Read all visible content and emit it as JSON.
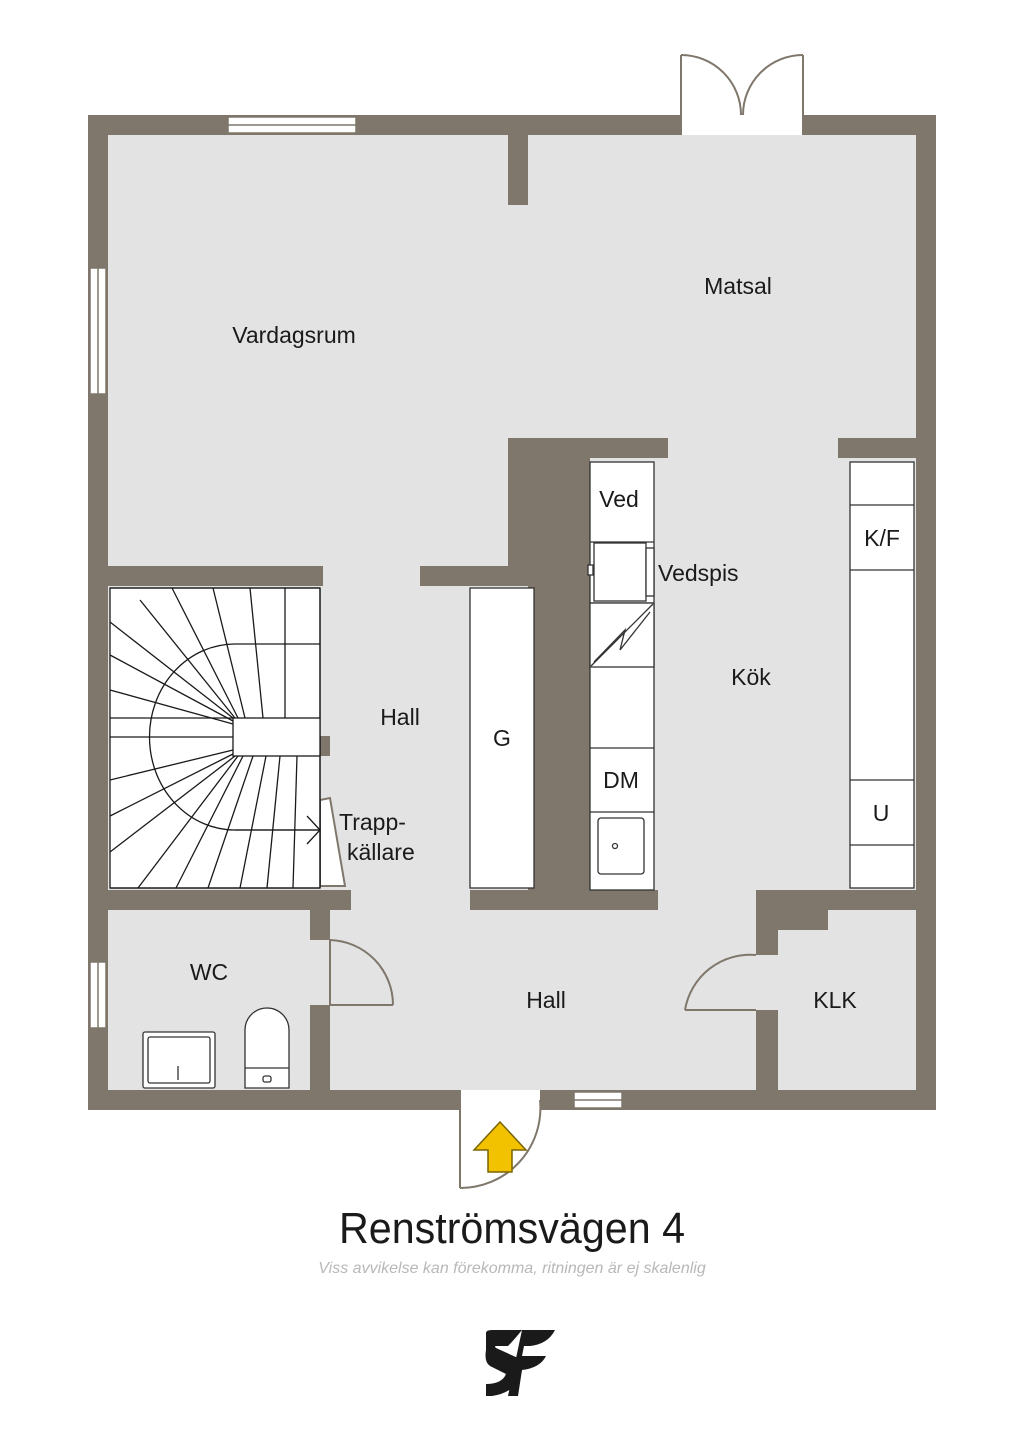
{
  "plan": {
    "rooms": {
      "vardagsrum": "Vardagsrum",
      "matsal": "Matsal",
      "hall_upper": "Hall",
      "hall_lower": "Hall",
      "trappkallare_line1": "Trapp-",
      "trappkallare_line2": "källare",
      "kok": "Kök",
      "wc": "WC",
      "klk": "KLK"
    },
    "fixtures": {
      "ved": "Ved",
      "vedspis": "Vedspis",
      "g": "G",
      "dm": "DM",
      "kf": "K/F",
      "u": "U"
    }
  },
  "footer": {
    "title": "Renströmsvägen 4",
    "subtitle": "Viss avvikelse kan förekomma, ritningen är ej skalenlig"
  },
  "colors": {
    "wall": "#7f776b",
    "floor": "#e3e3e3",
    "entrance_arrow": "#f2c200",
    "logo": "#1a1a1a"
  },
  "icons": {
    "entrance": "entrance-arrow-icon",
    "logo": "agency-logo-icon"
  }
}
